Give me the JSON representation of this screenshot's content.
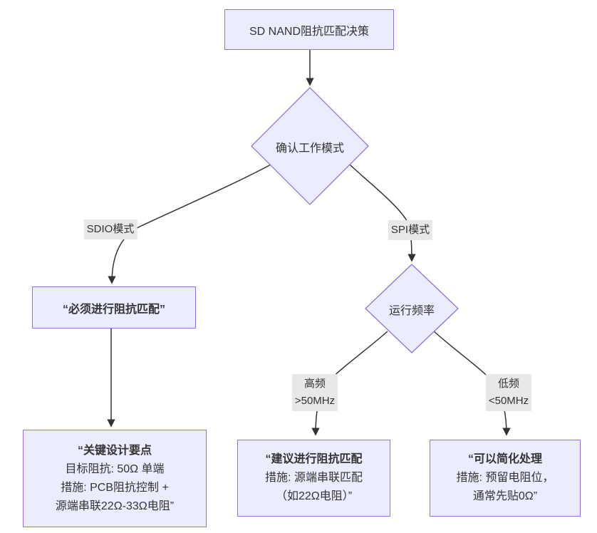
{
  "title": "SD NAND impedance matching decision flowchart",
  "theme": {
    "node_fill": "#ECECFF",
    "node_border": "#9370DB",
    "edge_color": "#333333",
    "edge_label_bg": "#e8e8e8",
    "text_color": "#333333",
    "background": "#ffffff"
  },
  "nodes": {
    "start": {
      "label": "SD NAND阻抗匹配决策"
    },
    "mode_decision": {
      "label": "确认工作模式"
    },
    "sdio_result": {
      "label": "“必须进行阻抗匹配”"
    },
    "freq_decision": {
      "label": "运行频率"
    },
    "sdio_detail": {
      "lines": [
        "“关键设计要点",
        "目标阻抗: 50Ω 单端",
        "措施: PCB阻抗控制 +",
        "源端串联22Ω-33Ω电阻”"
      ]
    },
    "hf_result": {
      "lines": [
        "“建议进行阻抗匹配",
        "措施: 源端串联匹配",
        "（如22Ω电阻）”"
      ]
    },
    "lf_result": {
      "lines": [
        "“可以简化处理",
        "措施: 预留电阻位，",
        "通常先贴0Ω”"
      ]
    }
  },
  "edge_labels": {
    "sdio": "SDIO模式",
    "spi": "SPI模式",
    "hf_line1": "高频",
    "hf_line2": ">50MHz",
    "lf_line1": "低频",
    "lf_line2": "<50MHz"
  }
}
